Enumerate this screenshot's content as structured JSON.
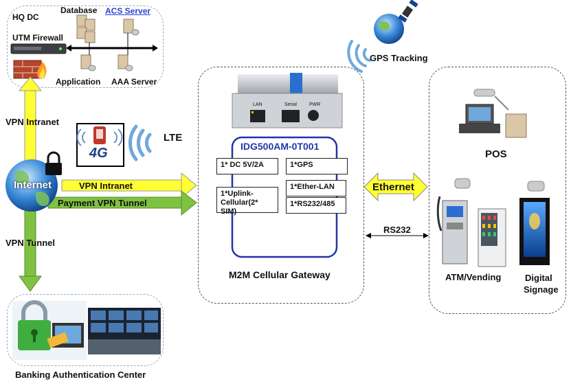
{
  "hq": {
    "title": "HQ DC",
    "database": "Database",
    "acs_server": "ACS Server",
    "utm_firewall": "UTM Firewall",
    "application": "Application",
    "aaa_server": "AAA Server"
  },
  "left": {
    "vpn_intranet_vertical": "VPN Intranet",
    "internet": "Internet",
    "vpn_intranet_arrow": "VPN Intranet",
    "payment_vpn_tunnel": "Payment VPN Tunnel",
    "vpn_tunnel_vertical": "VPN Tunnel",
    "lte": "LTE",
    "badge_4g": "4G"
  },
  "banking": {
    "title": "Banking Authentication Center"
  },
  "gps": {
    "label": "GPS Tracking"
  },
  "gateway": {
    "port_lan": "LAN",
    "port_serial": "Serial",
    "port_pwr": "PWR",
    "model": "IDG500AM-0T001",
    "features": {
      "dc": "1* DC 5V/2A",
      "gps": "1*GPS",
      "uplink": "1*Uplink-Cellular(2* SIM)",
      "ether_lan": "1*Ether-LAN",
      "rs232": "1*RS232/485"
    },
    "caption": "M2M Cellular Gateway"
  },
  "links": {
    "ethernet": "Ethernet",
    "rs232": "RS232"
  },
  "devices": {
    "pos": "POS",
    "atm_vending": "ATM/Vending",
    "digital_signage_line1": "Digital",
    "digital_signage_line2": "Signage"
  },
  "colors": {
    "yellow_arrow": "#ffff33",
    "green_arrow": "#7fc241",
    "model_blue": "#1f3aa8",
    "frame_blue": "#2233aa",
    "acs_blue": "#2a3fd0"
  }
}
